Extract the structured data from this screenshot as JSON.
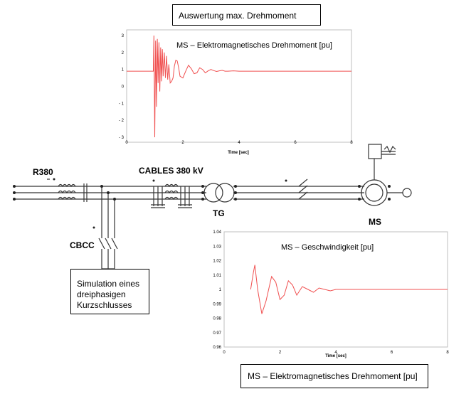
{
  "top_caption": "Auswertung max. Drehmoment",
  "torque_chart": {
    "title": "MS – Elektromagnetisches Drehmoment [pu]",
    "xlabel": "Time [sec]",
    "x_ticks": [
      "0",
      "2",
      "4",
      "6",
      "8"
    ],
    "y_ticks": [
      "3",
      "2",
      "1",
      "0",
      "- 1",
      "- 2",
      "- 3"
    ]
  },
  "speed_chart": {
    "title": "MS – Geschwindigkeit [pu]",
    "xlabel": "Time [sec]",
    "x_ticks": [
      "0",
      "2",
      "4",
      "6",
      "8"
    ],
    "y_ticks": [
      "1.04",
      "1.03",
      "1.02",
      "1.01",
      "1",
      "0.99",
      "0.98",
      "0.97",
      "0.96"
    ]
  },
  "circuit": {
    "source_label": "R380",
    "cables_label": "CABLES 380 kV",
    "transformer_label": "TG",
    "machine_label": "MS",
    "breaker_label": "CBCC"
  },
  "sim_note": "Simulation eines dreiphasigen Kurzschlusses",
  "bottom_caption": "MS – Elektromagnetisches Drehmoment [pu]",
  "line_color": "#f05050",
  "chart_data": [
    {
      "type": "line",
      "title": "MS – Elektromagnetisches Drehmoment [pu]",
      "xlabel": "Time [sec]",
      "ylabel": "",
      "xlim": [
        0,
        8
      ],
      "ylim": [
        -3,
        3
      ],
      "series": [
        {
          "x": [
            0,
            0.95,
            0.97,
            1.0,
            1.03,
            1.06,
            1.09,
            1.12,
            1.15,
            1.18,
            1.21,
            1.24,
            1.27,
            1.3,
            1.34,
            1.38,
            1.42,
            1.46,
            1.5,
            1.55,
            1.6,
            1.65,
            1.7,
            1.75,
            1.8,
            1.85,
            1.9,
            2.0,
            2.1,
            2.2,
            2.3,
            2.4,
            2.5,
            2.6,
            2.7,
            2.8,
            2.9,
            3.0,
            3.1,
            3.2,
            3.3,
            3.4,
            3.5,
            3.6,
            3.8,
            4.0,
            8
          ],
          "y": [
            0.9,
            0.9,
            3.0,
            -3.0,
            2.7,
            -1.2,
            2.8,
            0.2,
            2.6,
            -0.3,
            2.3,
            0.3,
            2.2,
            0.6,
            2.0,
            0.5,
            1.8,
            0.4,
            1.3,
            0.2,
            0.3,
            0.5,
            1.2,
            1.55,
            1.5,
            1.1,
            0.6,
            0.5,
            0.9,
            1.25,
            1.05,
            0.75,
            0.8,
            1.1,
            1.0,
            0.8,
            0.92,
            1.0,
            0.93,
            0.88,
            0.92,
            0.95,
            0.9,
            0.9,
            0.92,
            0.9,
            0.9
          ]
        }
      ]
    },
    {
      "type": "line",
      "title": "MS – Geschwindigkeit [pu]",
      "xlabel": "Time [sec]",
      "ylabel": "",
      "xlim": [
        0,
        8
      ],
      "ylim": [
        0.96,
        1.04
      ],
      "series": [
        {
          "x": [
            0.95,
            1.05,
            1.1,
            1.2,
            1.35,
            1.5,
            1.7,
            1.85,
            2.0,
            2.15,
            2.3,
            2.45,
            2.6,
            2.8,
            3.0,
            3.2,
            3.4,
            3.6,
            3.8,
            4.0,
            4.4,
            5.0,
            8
          ],
          "y": [
            1.0,
            1.012,
            1.017,
            1.0,
            0.983,
            0.992,
            1.009,
            1.005,
            0.993,
            0.996,
            1.006,
            1.003,
            0.996,
            1.002,
            1.0,
            0.998,
            1.001,
            1.0,
            0.999,
            1.0,
            1.0,
            1.0,
            1.0
          ]
        }
      ]
    }
  ]
}
